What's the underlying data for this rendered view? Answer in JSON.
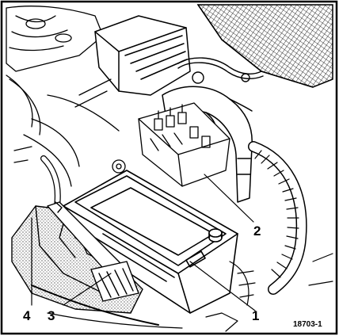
{
  "figure": {
    "callouts": [
      {
        "id": "1",
        "label": "1"
      },
      {
        "id": "2",
        "label": "2"
      },
      {
        "id": "3",
        "label": "3"
      },
      {
        "id": "4",
        "label": "4"
      }
    ],
    "reference_number": "18703-1",
    "colors": {
      "ink": "#000000",
      "paper": "#ffffff",
      "stipple": "#555555"
    }
  }
}
